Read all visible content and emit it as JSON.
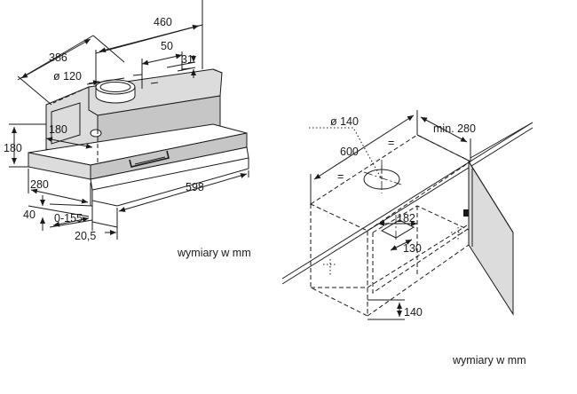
{
  "hood": {
    "dim_width_top": "460",
    "dim_depth": "386",
    "dim_offset_50": "50",
    "dim_offset_31": "31",
    "dim_duct_diameter": "ø 120",
    "dim_inner_180": "180",
    "dim_height_180": "180",
    "dim_280": "280",
    "dim_width_598": "598",
    "dim_40": "40",
    "dim_extension": "0-155",
    "dim_20_5": "20,5",
    "units_note": "wymiary w mm"
  },
  "cabinet": {
    "dim_duct_diameter": "ø 140",
    "dim_min_280": "min. 280",
    "dim_width_600": "600",
    "eq_mark_1": "=",
    "eq_mark_2": "=",
    "dim_182": "182",
    "dim_130": "130",
    "dim_140": "140",
    "units_note": "wymiary w mm"
  }
}
